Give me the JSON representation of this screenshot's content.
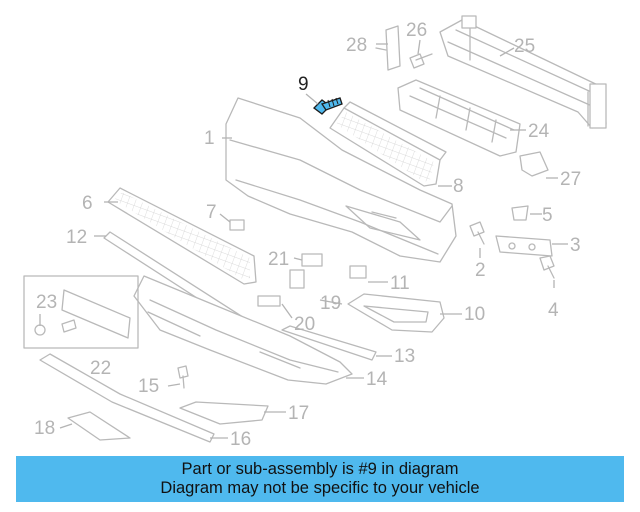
{
  "diagram": {
    "callouts": [
      "1",
      "2",
      "3",
      "4",
      "5",
      "6",
      "7",
      "8",
      "9",
      "10",
      "11",
      "12",
      "13",
      "14",
      "15",
      "16",
      "17",
      "18",
      "19",
      "20",
      "21",
      "22",
      "23",
      "24",
      "25",
      "26",
      "27",
      "28"
    ],
    "highlighted_callout": "9",
    "highlight_color": "#4fb9ee",
    "line_color": "#b9b9b9"
  },
  "banner": {
    "line1": "Part or sub-assembly is #9 in diagram",
    "line2": "Diagram may not be specific to your vehicle",
    "background": "#4fb9ee"
  }
}
